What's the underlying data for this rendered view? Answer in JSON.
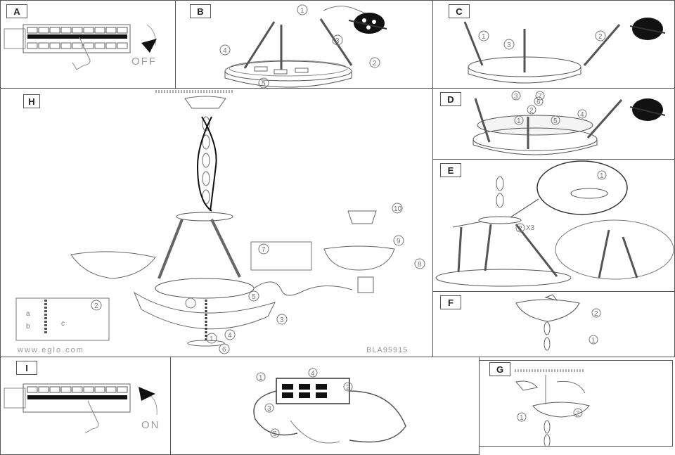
{
  "panels": {
    "a": {
      "label": "A",
      "switch_text": "OFF"
    },
    "b": {
      "label": "B",
      "steps": [
        "1",
        "2",
        "3",
        "4",
        "5"
      ]
    },
    "c": {
      "label": "C",
      "steps": [
        "1",
        "2",
        "3"
      ]
    },
    "d": {
      "label": "D",
      "steps": [
        "1",
        "2",
        "3",
        "4",
        "5",
        "6",
        "7"
      ]
    },
    "e": {
      "label": "E",
      "steps": [
        "1",
        "2"
      ],
      "multiplier": "X3"
    },
    "f": {
      "label": "F",
      "steps": [
        "1",
        "2"
      ]
    },
    "g": {
      "label": "G",
      "steps": [
        "1",
        "2"
      ]
    },
    "h": {
      "label": "H",
      "steps": [
        "1",
        "2",
        "3",
        "4",
        "5",
        "6",
        "7",
        "8",
        "9",
        "10"
      ],
      "callouts": [
        "a",
        "b",
        "c"
      ],
      "website": "www.eglo.com",
      "code": "BLA95915"
    },
    "i": {
      "label": "I",
      "switch_text": "ON",
      "steps": [
        "1",
        "2",
        "3",
        "4",
        "5"
      ]
    }
  },
  "colors": {
    "line": "#555555",
    "light_line": "#999999",
    "cable": "#111111"
  }
}
